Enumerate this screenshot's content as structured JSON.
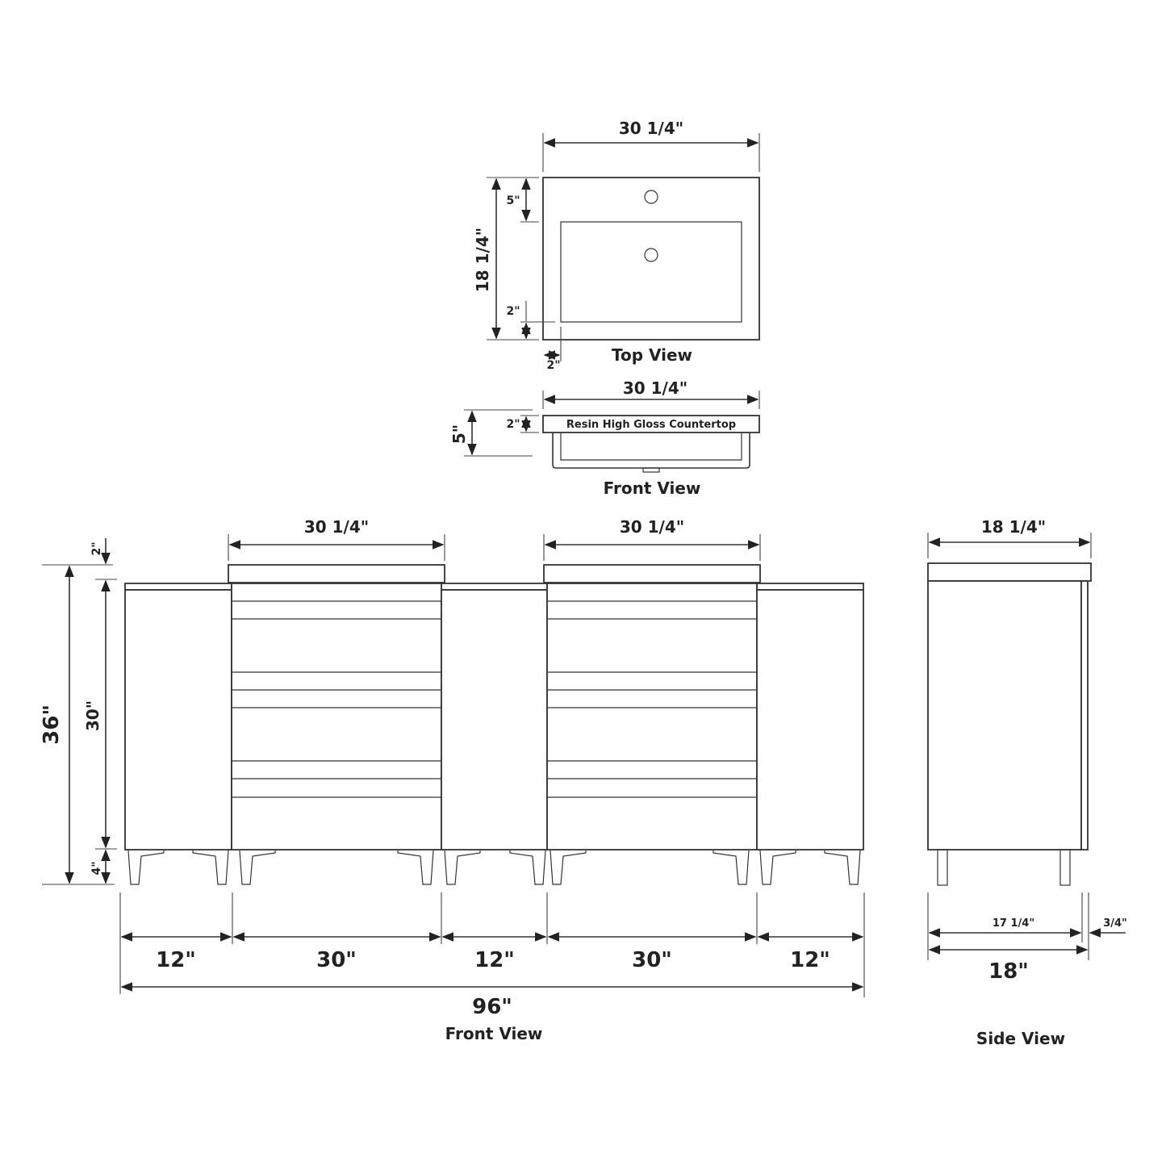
{
  "drawing": {
    "top_view": {
      "title": "Top View",
      "width_label": "30 1/4\"",
      "depth_label": "18 1/4\"",
      "back_to_basin_label": "5\"",
      "front_margin_label": "2\"",
      "side_margin_label": "2\""
    },
    "sink_front_view": {
      "title": "Front View",
      "width_label": "30 1/4\"",
      "total_height_label": "5\"",
      "countertop_thickness_label": "2\"",
      "countertop_label": "Resin High Gloss Countertop"
    },
    "main_front_view": {
      "title": "Front View",
      "sink_top_widths": [
        "30 1/4\"",
        "30 1/4\""
      ],
      "overall_height_label": "36\"",
      "sink_top_rise_label": "2\"",
      "cabinet_height_label": "30\"",
      "leg_height_label": "4\"",
      "section_widths": [
        "12\"",
        "30\"",
        "12\"",
        "30\"",
        "12\""
      ],
      "total_width_label": "96\""
    },
    "side_view": {
      "title": "Side View",
      "top_depth_label": "18 1/4\"",
      "cabinet_depth_label": "17 1/4\"",
      "door_thickness_label": "3/4\"",
      "overall_depth_label": "18\""
    },
    "colors": {
      "line": "#333333",
      "text": "#222222",
      "background": "#ffffff"
    }
  }
}
